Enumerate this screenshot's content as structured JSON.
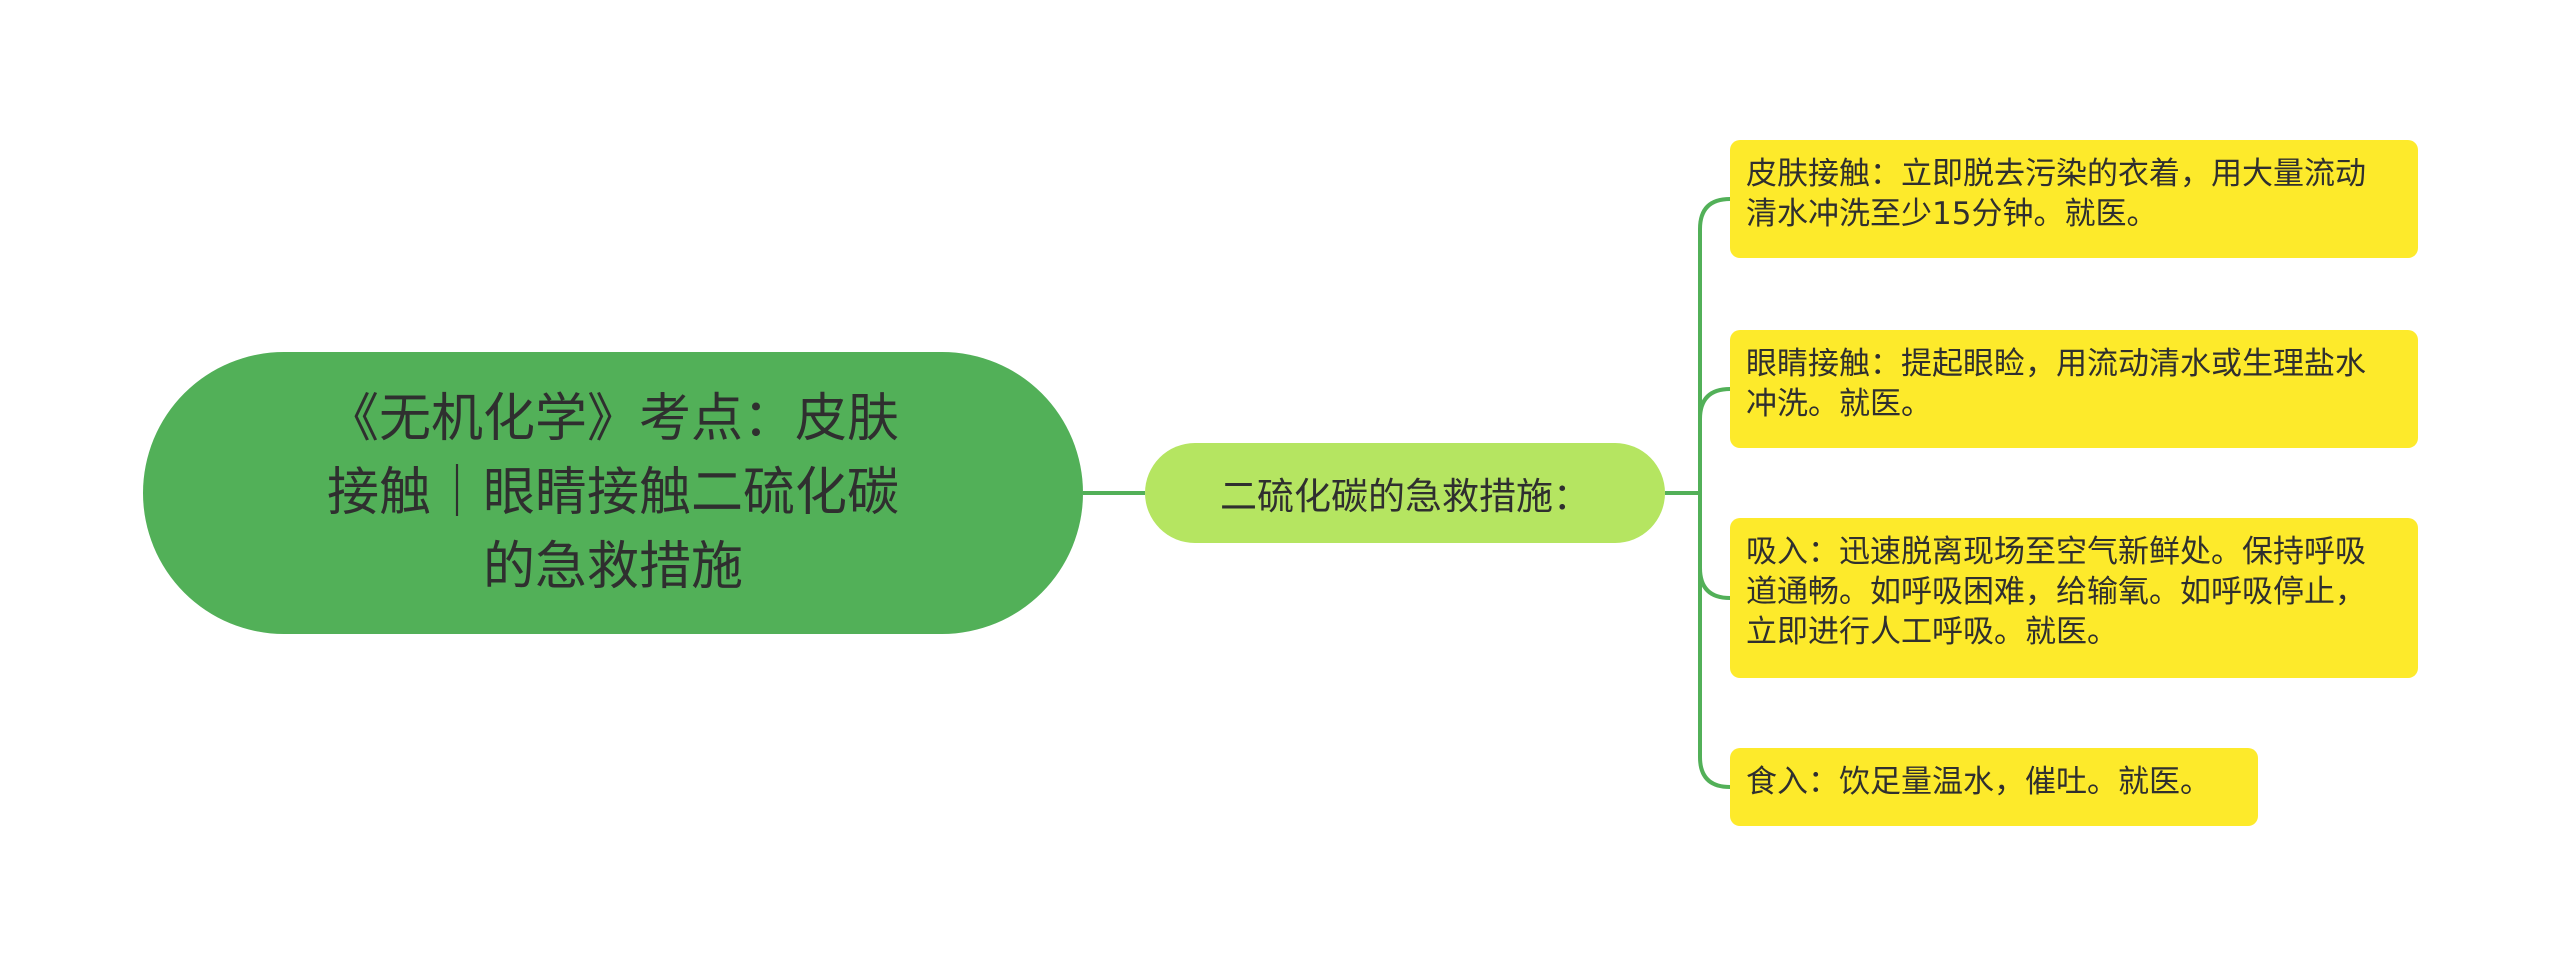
{
  "root": {
    "label": "《无机化学》考点：皮肤\n接触｜眼睛接触二硫化碳\n的急救措施"
  },
  "branch": {
    "label": "二硫化碳的急救措施："
  },
  "leaves": [
    {
      "label": "皮肤接触：立即脱去污染的衣着，用大量流动\n清水冲洗至少15分钟。就医。"
    },
    {
      "label": "眼睛接触：提起眼睑，用流动清水或生理盐水\n冲洗。就医。"
    },
    {
      "label": "吸入：迅速脱离现场至空气新鲜处。保持呼吸\n道通畅。如呼吸困难，给输氧。如呼吸停止，\n立即进行人工呼吸。就医。"
    },
    {
      "label": "食入：饮足量温水，催吐。就医。"
    }
  ],
  "colors": {
    "root_fill": "#52b058",
    "branch_fill": "#b5e561",
    "leaf_fill": "#fdea2b",
    "connector": "#52b058"
  }
}
